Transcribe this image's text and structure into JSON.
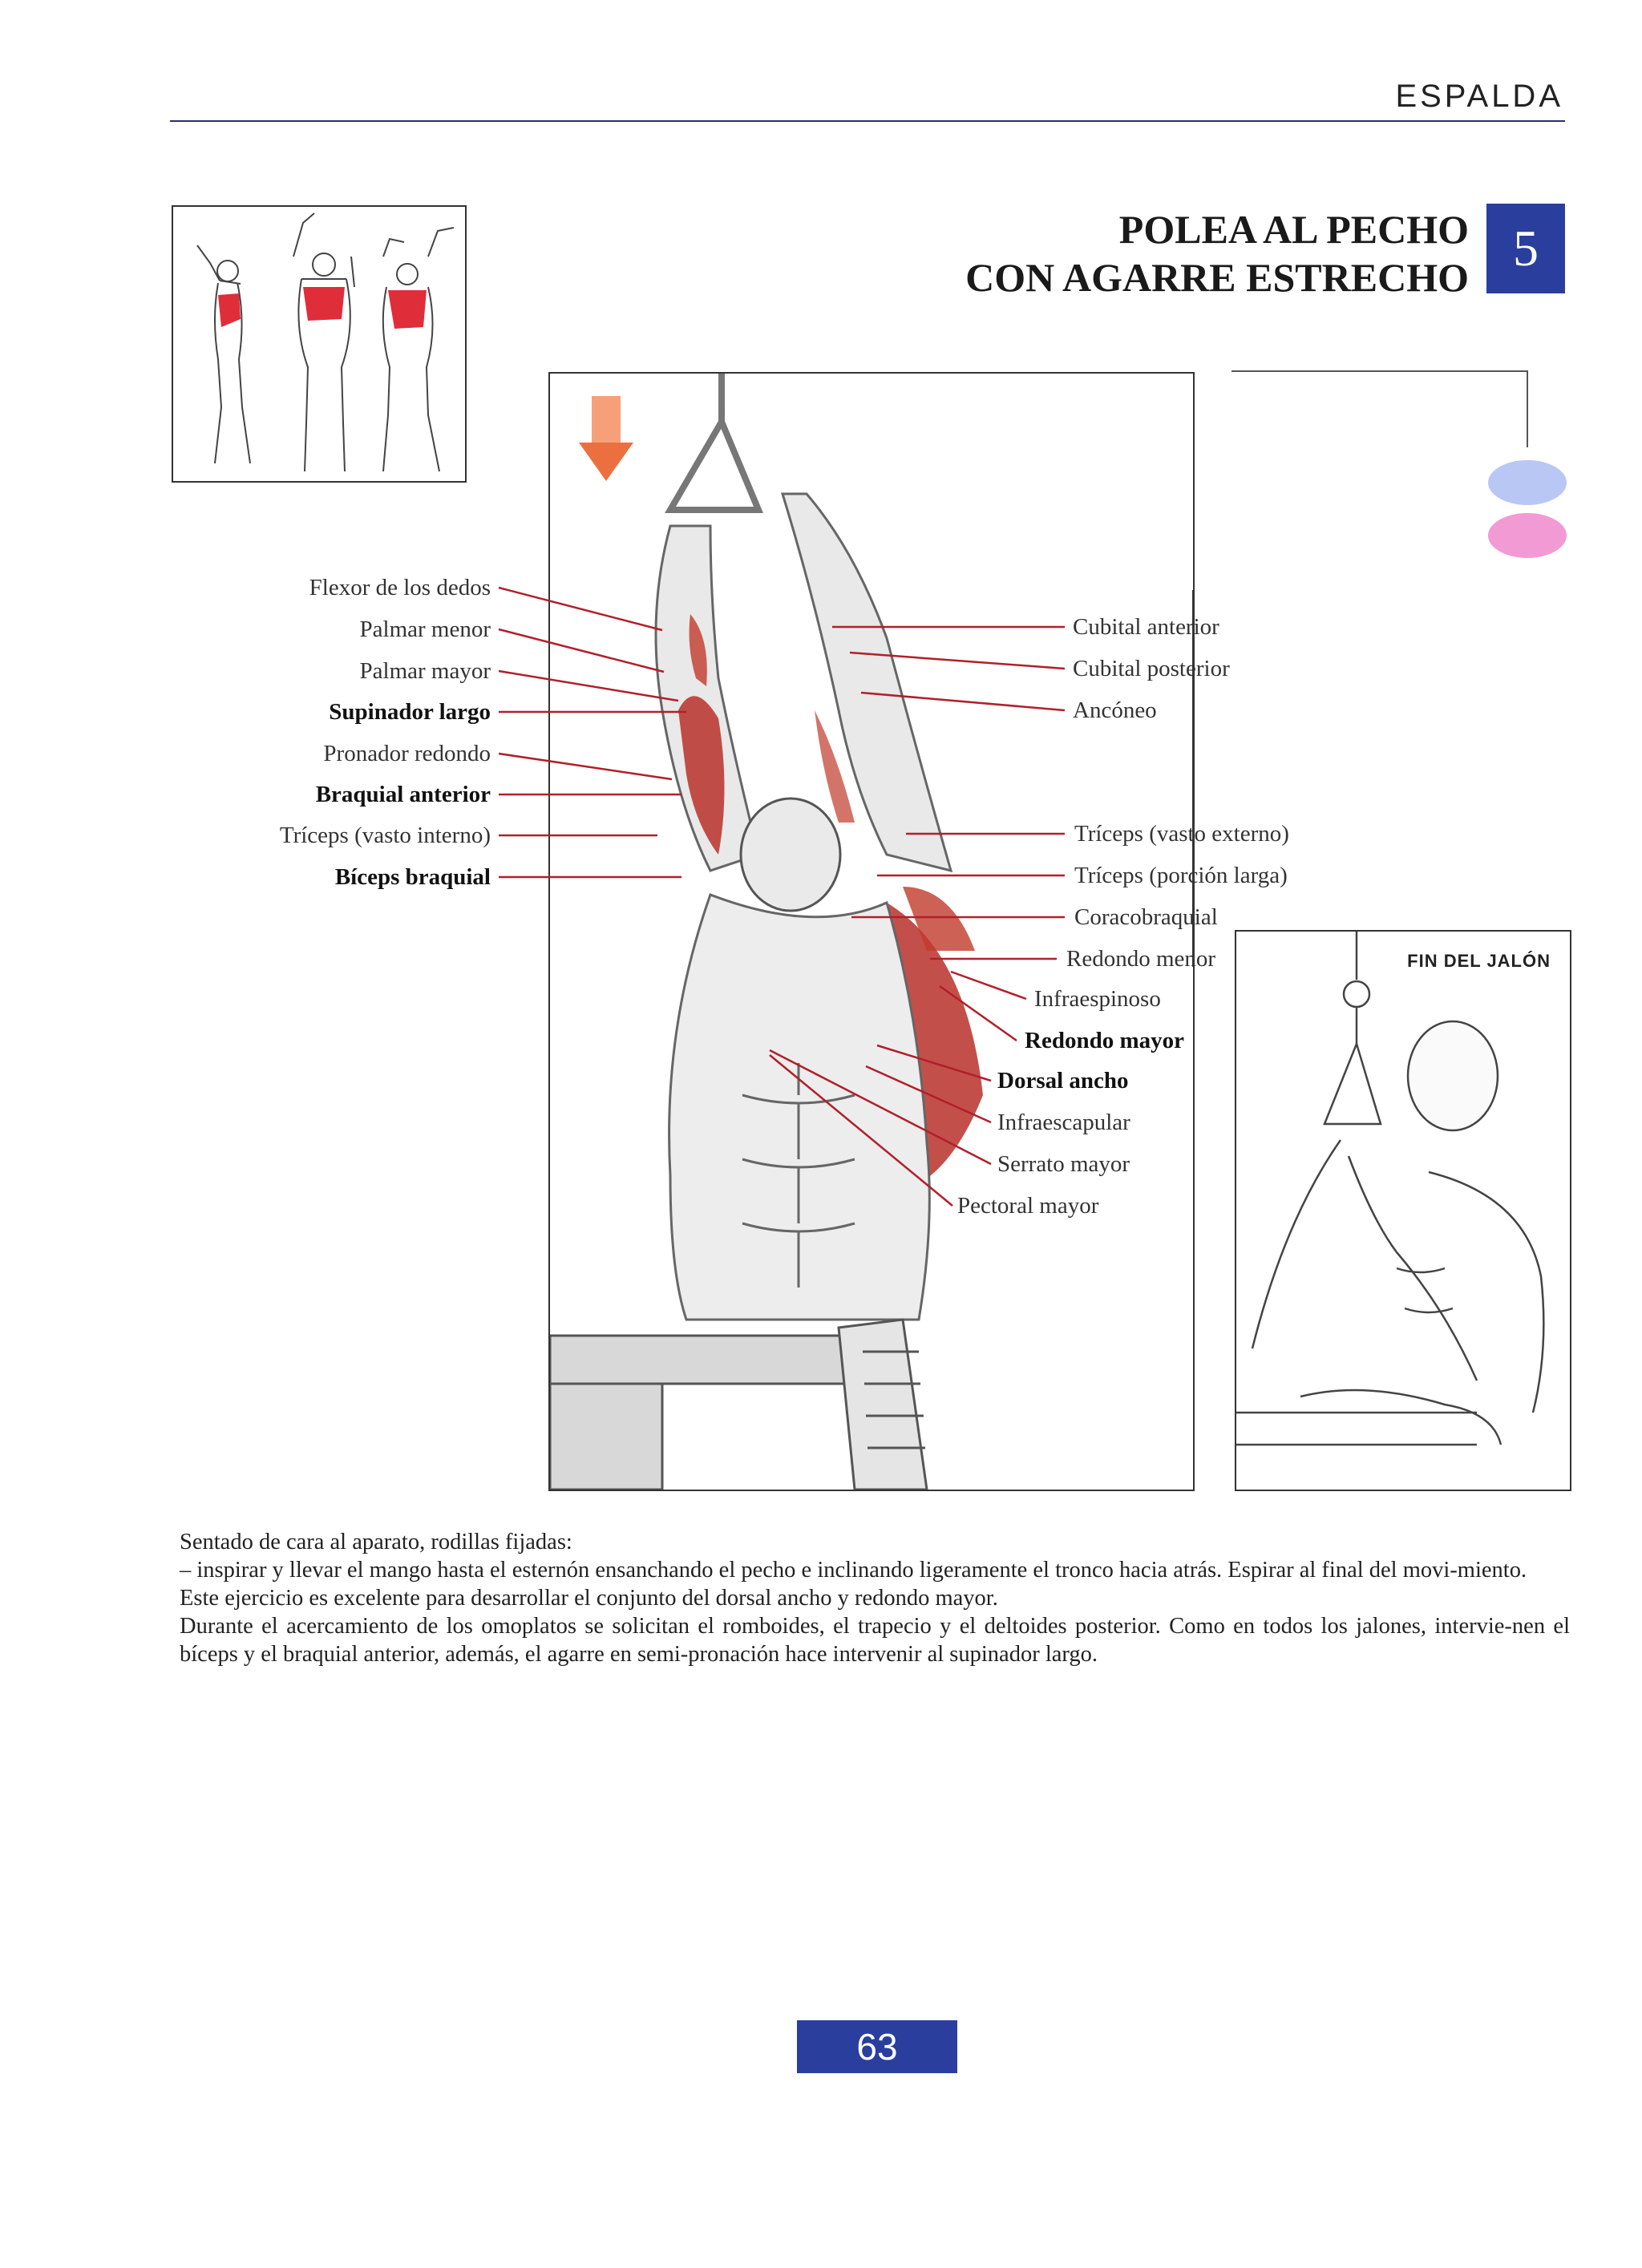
{
  "header": {
    "section": "ESPALDA"
  },
  "exercise": {
    "title_line1": "POLEA AL PECHO",
    "title_line2": "CON AGARRE ESTRECHO",
    "number": "5"
  },
  "figure": {
    "end_label": "FIN DEL JALÓN",
    "labels_left": [
      {
        "text": "Flexor de los dedos",
        "bold": false
      },
      {
        "text": "Palmar menor",
        "bold": false
      },
      {
        "text": "Palmar mayor",
        "bold": false
      },
      {
        "text": "Supinador largo",
        "bold": true
      },
      {
        "text": "Pronador redondo",
        "bold": false
      },
      {
        "text": "Braquial anterior",
        "bold": true
      },
      {
        "text": "Tríceps (vasto interno)",
        "bold": false
      },
      {
        "text": "Bíceps braquial",
        "bold": true
      }
    ],
    "labels_right": [
      {
        "text": "Cubital anterior",
        "bold": false
      },
      {
        "text": "Cubital posterior",
        "bold": false
      },
      {
        "text": "Ancóneo",
        "bold": false
      },
      {
        "text": "Tríceps (vasto externo)",
        "bold": false
      },
      {
        "text": "Tríceps (porción larga)",
        "bold": false
      },
      {
        "text": "Coracobraquial",
        "bold": false
      },
      {
        "text": "Redondo menor",
        "bold": false
      },
      {
        "text": "Infraespinoso",
        "bold": false
      },
      {
        "text": "Redondo mayor",
        "bold": true
      },
      {
        "text": "Dorsal ancho",
        "bold": true
      },
      {
        "text": "Infraescapular",
        "bold": false
      },
      {
        "text": "Serrato mayor",
        "bold": false
      },
      {
        "text": "Pectoral mayor",
        "bold": false
      }
    ],
    "colors": {
      "muscle_red": "#c0392b",
      "leader_red": "#b0202a",
      "arrow": "#f08a5d",
      "badge_blue": "#2a3f9d",
      "oval_blue": "#b9c7f5",
      "oval_pink": "#f29ad4"
    }
  },
  "description": {
    "p1": "Sentado de cara al aparato, rodillas fijadas:",
    "p2": "– inspirar y llevar el mango hasta el esternón ensanchando el pecho e inclinando ligeramente el tronco hacia atrás. Espirar al final del movi-miento.",
    "p3": "Este ejercicio es excelente para desarrollar el conjunto del dorsal ancho y redondo mayor.",
    "p4": "Durante el acercamiento de los omoplatos se solicitan el romboides, el trapecio y el deltoides posterior. Como en todos los jalones, intervie-nen el bíceps y el braquial anterior, además, el agarre en semi-pronación hace intervenir al supinador largo."
  },
  "footer": {
    "page_number": "63"
  }
}
